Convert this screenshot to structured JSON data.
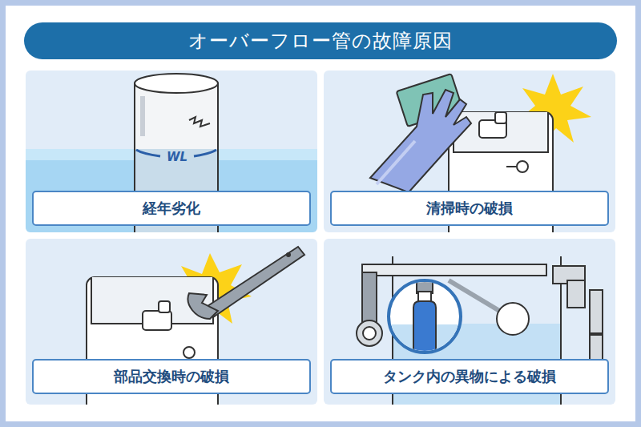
{
  "diagram": {
    "title": "オーバーフロー管の故障原因",
    "nodes": [
      {
        "text": [
          "経年劣化"
        ]
      },
      {
        "text": [
          "清掃時の破損"
        ]
      },
      {
        "text": [
          "部品交換時の破損"
        ]
      },
      {
        "text": [
          "タンク内の異物による破損"
        ]
      }
    ],
    "labels": [
      "WL"
    ]
  }
}
